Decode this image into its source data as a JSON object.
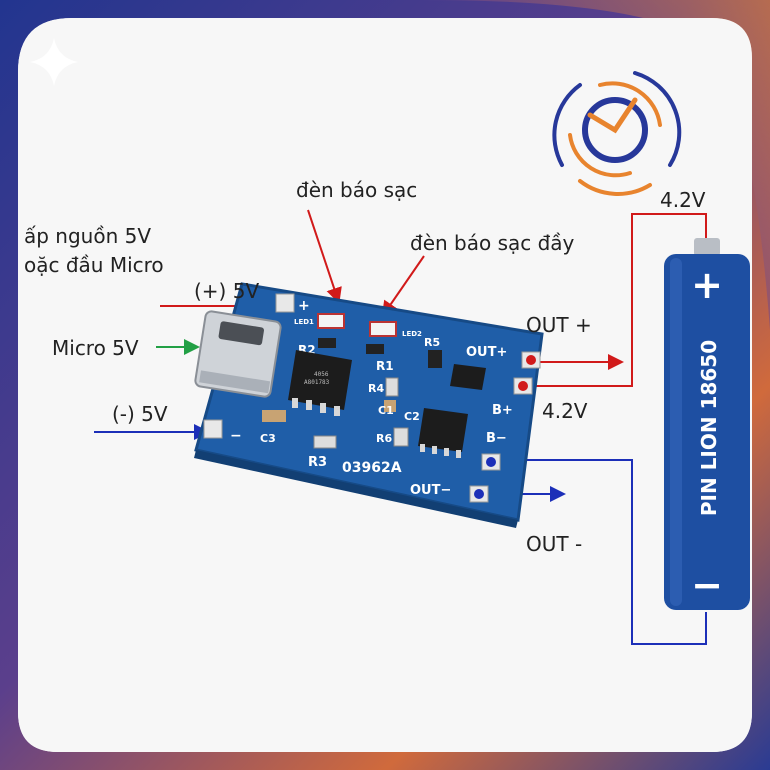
{
  "labels": {
    "charging_led": "đèn báo sạc",
    "full_led": "đèn báo sạc đầy",
    "power_in_line1": "ấp nguồn 5V",
    "power_in_line2": "oặc đầu Micro",
    "plus_5v": "(+) 5V",
    "micro_5v": "Micro 5V",
    "minus_5v": "(-) 5V",
    "out_plus": "OUT +",
    "out_minus": "OUT -",
    "volt_top": "4.2V",
    "volt_mid": "4.2V"
  },
  "battery": {
    "name": "PIN LION 18650",
    "plus_sign": "+",
    "minus_sign": "−"
  },
  "board": {
    "led1": "LED1",
    "led2": "LED2",
    "r2": "R2",
    "r1": "R1",
    "r3": "R3",
    "r4": "R4",
    "r5": "R5",
    "r6": "R6",
    "c1": "C1",
    "c2": "C2",
    "c3": "C3",
    "code": "03962A",
    "out_plus": "OUT+",
    "out_minus": "OUT−",
    "b_plus": "B+",
    "b_minus": "B−",
    "pad_plus": "+",
    "pad_minus": "−",
    "chip_line1": "4056",
    "chip_line2": "A801783"
  },
  "colors": {
    "frame_blue": "#283a8f",
    "frame_orange": "#e77a2a",
    "pcb_blue": "#1f5ea8",
    "wire_red": "#d11a1a",
    "wire_blue": "#1c2fb8",
    "wire_green": "#22a045",
    "battery_blue": "#1e4fa2"
  }
}
